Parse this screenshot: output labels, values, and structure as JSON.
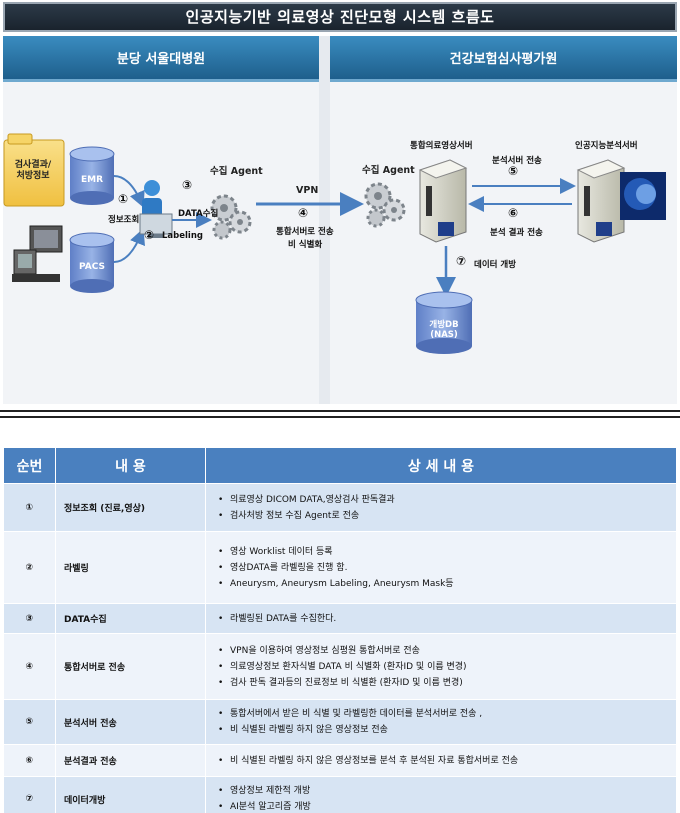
{
  "title": "인공지능기반 의료영상 진단모형 시스템 흐름도",
  "diagram": {
    "left_panel_title": "분당 서울대병원",
    "right_panel_title": "건강보험심사평가원",
    "folder_label_line1": "검사결과/",
    "folder_label_line2": "처방정보",
    "emr_label": "EMR",
    "pacs_label": "PACS",
    "step1_num": "①",
    "step1_label": "정보조회",
    "step2_num": "②",
    "step2_label": "Labeling",
    "step3_num": "③",
    "step3_label": "DATA수집",
    "collect_agent_left": "수집 Agent",
    "vpn_label": "VPN",
    "step4_num": "④",
    "step4_label_line1": "통합서버로 전송",
    "step4_label_line2": "비 식별화",
    "collect_agent_right": "수집 Agent",
    "integrated_server_label": "통합의료영상서버",
    "ai_server_label": "인공지능분석서버",
    "step5_num": "⑤",
    "step5_label": "분석서버 전송",
    "step6_num": "⑥",
    "step6_label": "분석 결과 전송",
    "step7_num": "⑦",
    "step7_label": "데이터 개방",
    "db_label_line1": "개방DB",
    "db_label_line2": "(NAS)"
  },
  "table": {
    "headers": [
      "순번",
      "내 용",
      "상 세 내 용"
    ],
    "rows": [
      {
        "num": "①",
        "content": "정보조회 (진료,영상)",
        "details": [
          "의료영상 DICOM DATA,영상검사 판독결과",
          "검사처방 정보 수집 Agent로 전송"
        ]
      },
      {
        "num": "②",
        "content": "라벨링",
        "details": [
          "영상 Worklist 데이터 등록",
          "영상DATA를 라벨링을 진행 함.",
          "Aneurysm, Aneurysm Labeling, Aneurysm Mask등"
        ]
      },
      {
        "num": "③",
        "content": "DATA수집",
        "details": [
          "라벨링된 DATA를 수집한다."
        ]
      },
      {
        "num": "④",
        "content": "통합서버로 전송",
        "details": [
          "VPN을 이용하여 영상정보 심평원 통합서버로 전송",
          "의료영상정보 환자식별 DATA 비 식별화 (환자ID 및 이름 변경)",
          "검사 판독 결과등의 진료정보 비 식별환 (환자ID 및 이름 변경)"
        ]
      },
      {
        "num": "⑤",
        "content": "분석서버 전송",
        "details": [
          "통합서버에서 받은 비 식별 및 라벨링한 데이터를 분석서버로 전송 ,",
          "비 식별된 라벨링 하지 않은 영상정보 전송"
        ]
      },
      {
        "num": "⑥",
        "content": "분석결과 전송",
        "details": [
          "비 식별된 라벨링 하지 않은 영상정보를 분석 후 분석된 자료 통합서버로 전송"
        ]
      },
      {
        "num": "⑦",
        "content": "데이터개방",
        "details": [
          "영상정보 제한적 개방",
          "AI분석 알고리즘 개방"
        ]
      }
    ]
  }
}
